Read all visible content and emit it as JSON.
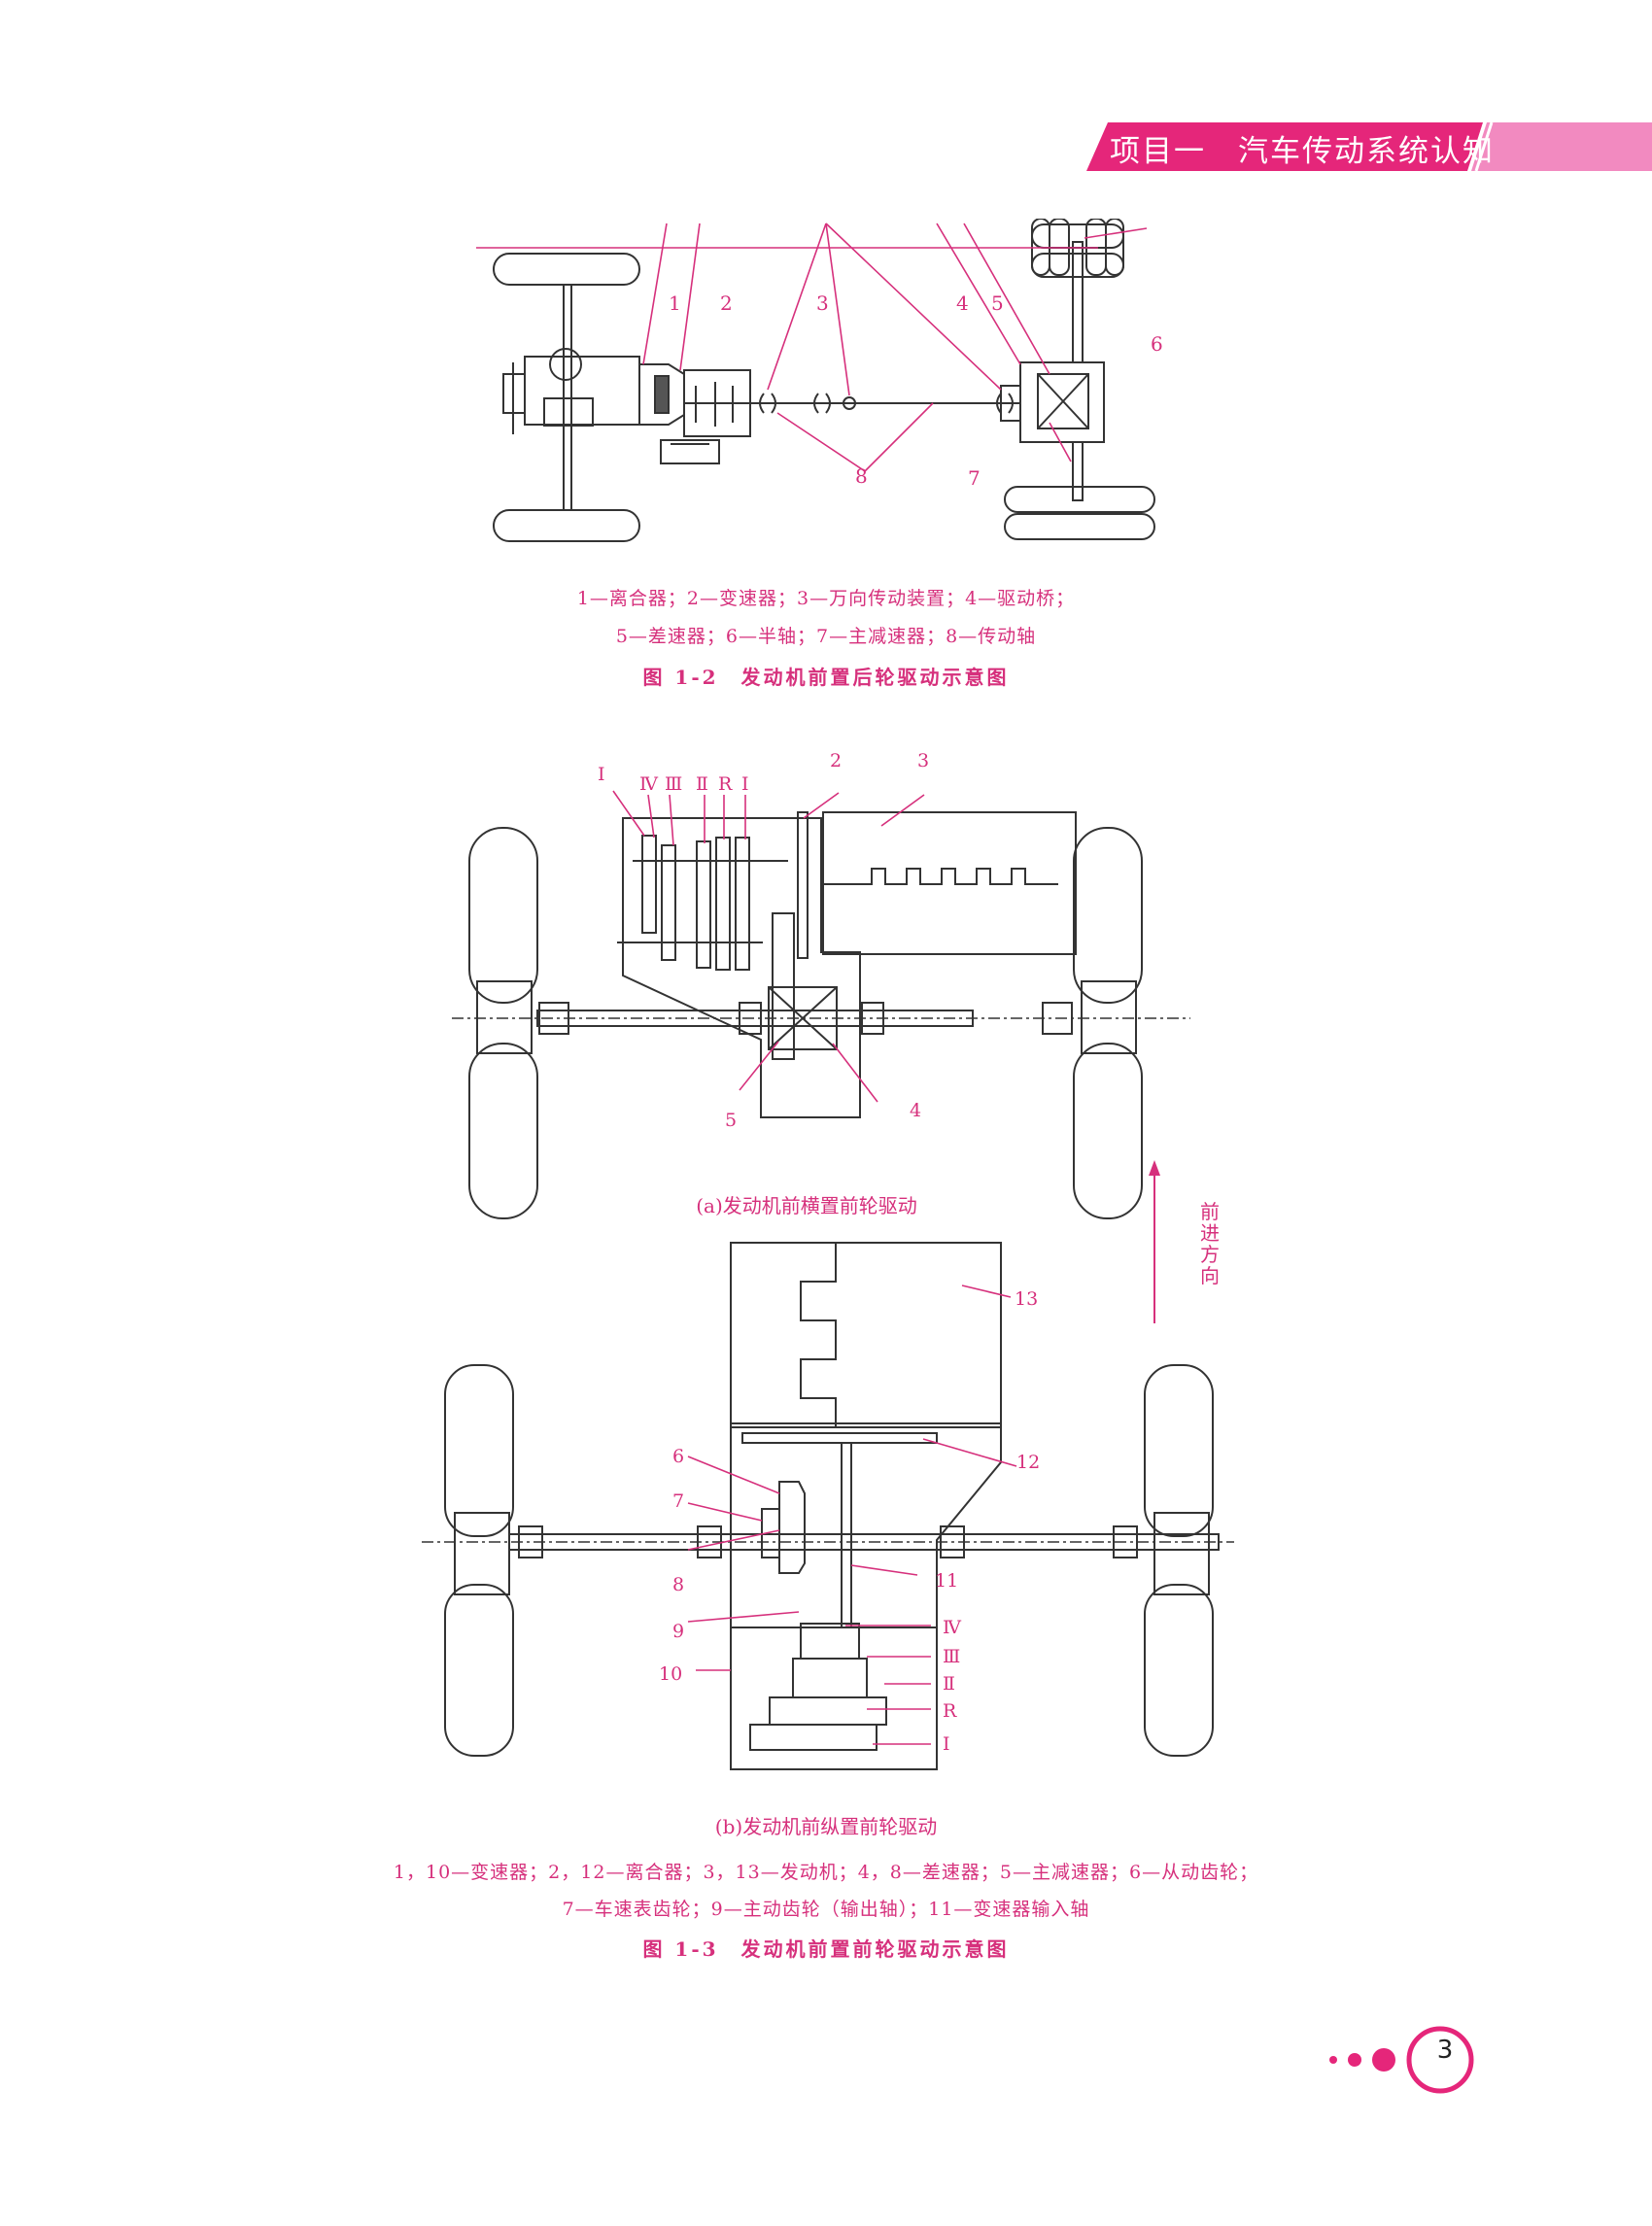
{
  "header": {
    "title": "项目一　汽车传动系统认知",
    "color": "#e5267a"
  },
  "figure_1_2": {
    "labels": [
      "1",
      "2",
      "3",
      "4",
      "5",
      "6",
      "7",
      "8"
    ],
    "legend_line1": "1—离合器；2—变速器；3—万向传动装置；4—驱动桥；",
    "legend_line2": "5—差速器；6—半轴；7—主减速器；8—传动轴",
    "caption": "图 1-2　发动机前置后轮驱动示意图"
  },
  "figure_1_3a": {
    "labels": {
      "I": "I",
      "IV": "Ⅳ",
      "III": "Ⅲ",
      "II": "Ⅱ",
      "R": "R",
      "I2": "Ⅰ",
      "n2": "2",
      "n3": "3",
      "n4": "4",
      "n5": "5"
    },
    "subcaption": "(a)发动机前横置前轮驱动",
    "direction": "前进方向"
  },
  "figure_1_3b": {
    "labels": {
      "n13": "13",
      "n12": "12",
      "n6": "6",
      "n7": "7",
      "n8": "8",
      "n9": "9",
      "n10": "10",
      "n11": "11",
      "IV": "Ⅳ",
      "III": "Ⅲ",
      "II": "Ⅱ",
      "R": "R",
      "I": "Ⅰ"
    },
    "subcaption": "(b)发动机前纵置前轮驱动",
    "legend_line1": "1，10—变速器；2，12—离合器；3，13—发动机；4，8—差速器；5—主减速器；6—从动齿轮；",
    "legend_line2": "7—车速表齿轮；9—主动齿轮（输出轴）；11—变速器输入轴",
    "caption": "图 1-3　发动机前置前轮驱动示意图"
  },
  "page_number": "3",
  "accent": "#e5267a"
}
